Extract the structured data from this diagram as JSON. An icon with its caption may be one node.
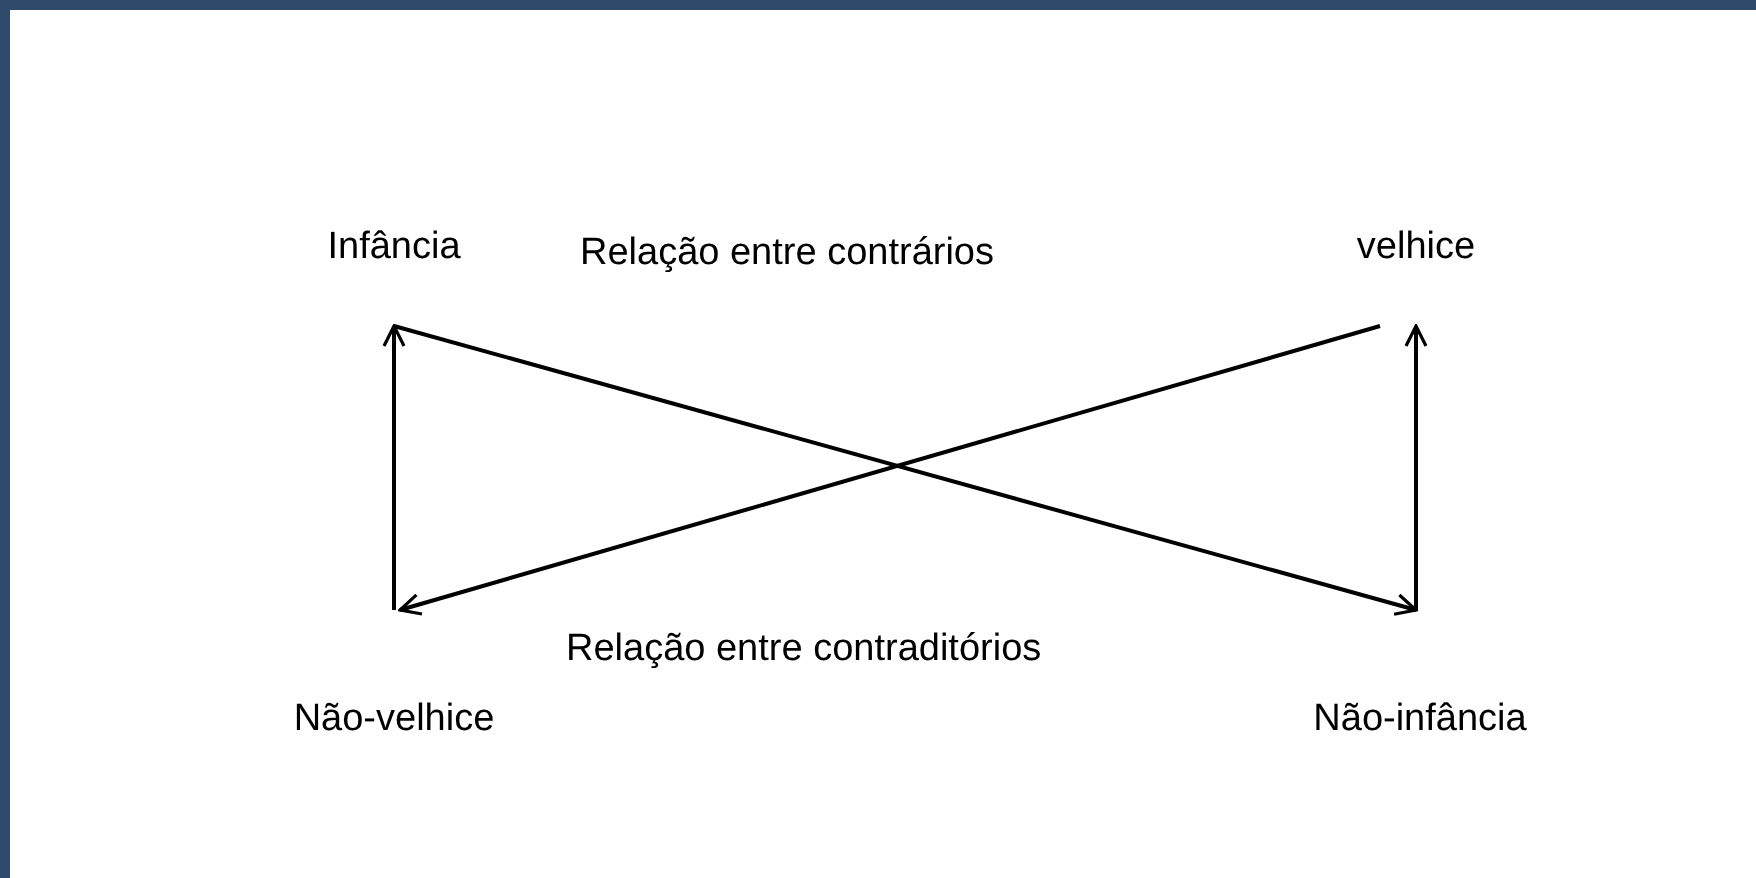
{
  "diagram": {
    "nodes": [
      {
        "text": [
          "Infância"
        ]
      },
      {
        "text": [
          "velhice"
        ]
      },
      {
        "text": [
          "Não-velhice"
        ]
      },
      {
        "text": [
          "Não-infância"
        ]
      }
    ],
    "edges": [
      {
        "from": 2,
        "to": 0,
        "arrow": "to"
      },
      {
        "from": 3,
        "to": 1,
        "arrow": "to"
      },
      {
        "from": 0,
        "to": 3,
        "arrow": "to"
      },
      {
        "from": 1,
        "to": 2,
        "arrow": "to"
      }
    ],
    "labels": [
      "Relação entre contrários",
      "Relação entre contraditórios"
    ]
  }
}
